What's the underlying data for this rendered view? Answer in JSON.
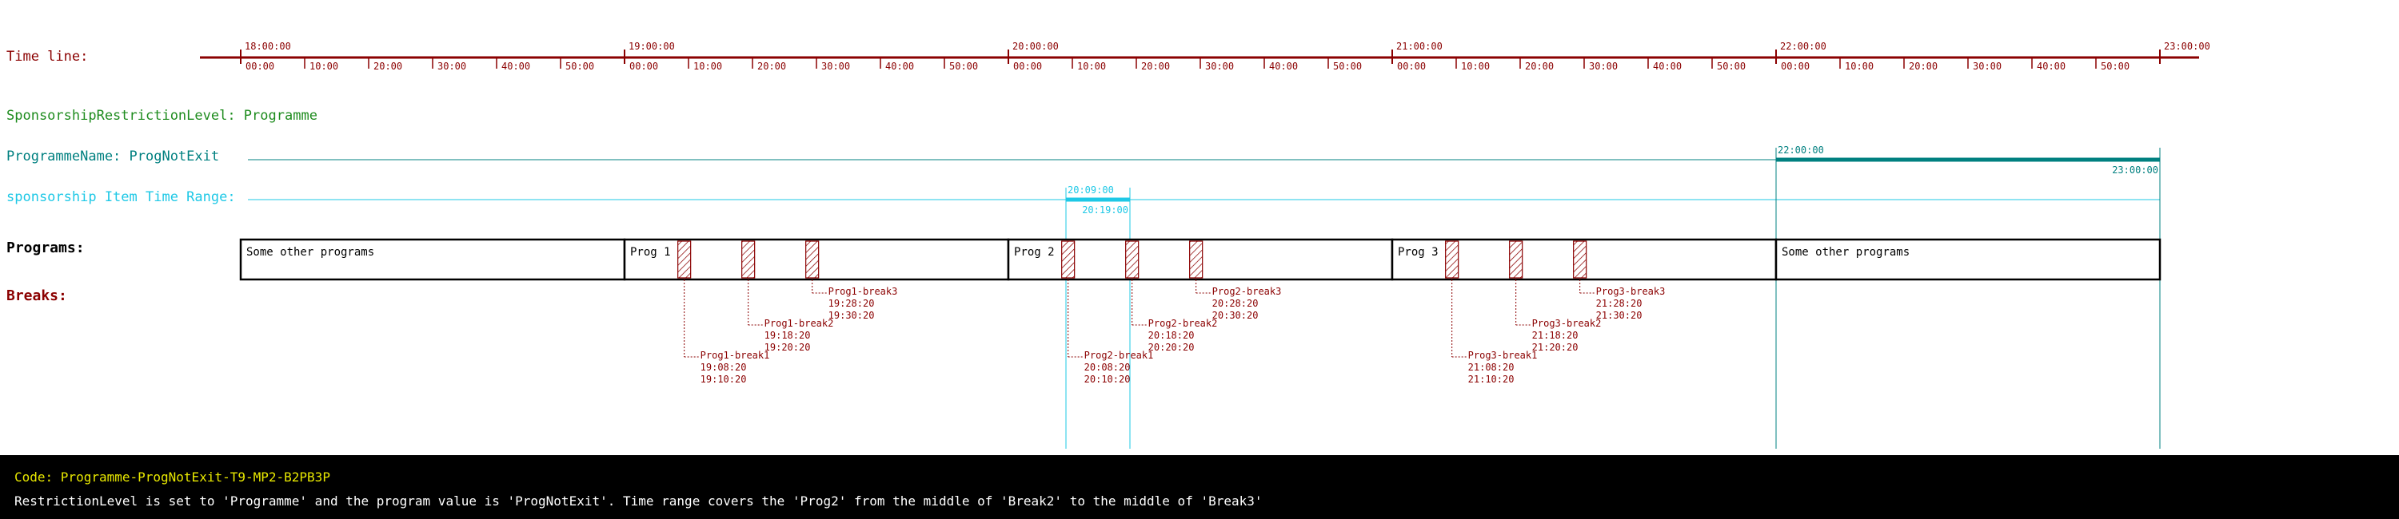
{
  "labels": {
    "timeline": "Time line:",
    "restriction": "SponsorshipRestrictionLevel: Programme",
    "programme_name": "ProgrammeName: ProgNotExit",
    "item_range": "sponsorship Item Time Range:",
    "programs": "Programs:",
    "breaks": "Breaks:"
  },
  "colors": {
    "timeline": "#8b0000",
    "restriction": "#1e8c1e",
    "programme": "#008080",
    "item_range": "#1ec8e6",
    "black": "#000000",
    "break": "#8b0000"
  },
  "timeline": {
    "hour_labels": [
      "18:00:00",
      "19:00:00",
      "20:00:00",
      "21:00:00",
      "22:00:00",
      "23:00:00"
    ],
    "minute_labels": [
      "00:00",
      "10:00",
      "20:00",
      "30:00",
      "40:00",
      "50:00"
    ]
  },
  "programme_range": {
    "start": "22:00:00",
    "end": "23:00:00"
  },
  "item_range": {
    "start": "20:09:00",
    "end": "20:19:00"
  },
  "programs": [
    {
      "name": "Some other programs",
      "start": "18:00:00",
      "end": "19:00:00"
    },
    {
      "name": "Prog 1",
      "start": "19:00:00",
      "end": "20:00:00"
    },
    {
      "name": "Prog 2",
      "start": "20:00:00",
      "end": "21:00:00"
    },
    {
      "name": "Prog 3",
      "start": "21:00:00",
      "end": "22:00:00"
    },
    {
      "name": "Some other programs",
      "start": "22:00:00",
      "end": "23:00:00"
    }
  ],
  "breaks": [
    {
      "name": "Prog1-break1",
      "start": "19:08:20",
      "end": "19:10:20"
    },
    {
      "name": "Prog1-break2",
      "start": "19:18:20",
      "end": "19:20:20"
    },
    {
      "name": "Prog1-break3",
      "start": "19:28:20",
      "end": "19:30:20"
    },
    {
      "name": "Prog2-break1",
      "start": "20:08:20",
      "end": "20:10:20"
    },
    {
      "name": "Prog2-break2",
      "start": "20:18:20",
      "end": "20:20:20"
    },
    {
      "name": "Prog2-break3",
      "start": "20:28:20",
      "end": "20:30:20"
    },
    {
      "name": "Prog3-break1",
      "start": "21:08:20",
      "end": "21:10:20"
    },
    {
      "name": "Prog3-break2",
      "start": "21:18:20",
      "end": "21:20:20"
    },
    {
      "name": "Prog3-break3",
      "start": "21:28:20",
      "end": "21:30:20"
    }
  ],
  "footer": {
    "code": "Code: Programme-ProgNotExit-T9-MP2-B2PB3P",
    "description": "RestrictionLevel is set to 'Programme' and the program value is 'ProgNotExit'. Time range covers the 'Prog2' from the middle of 'Break2' to the middle of 'Break3'"
  }
}
